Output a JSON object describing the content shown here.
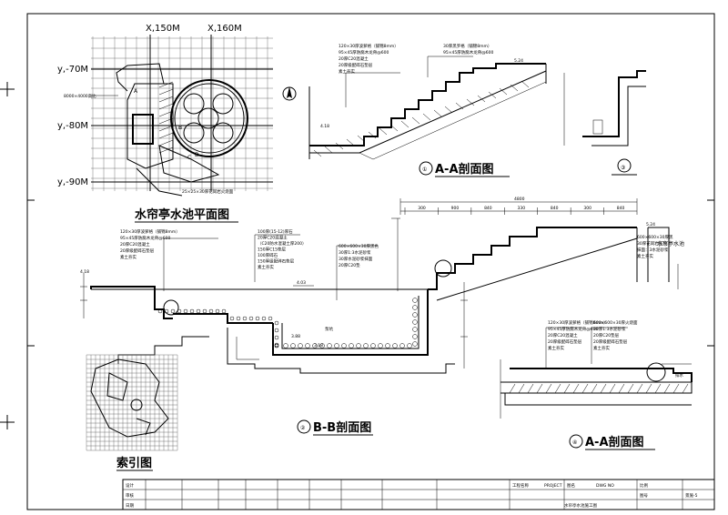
{
  "plan": {
    "title": "水帘亭水池平面图",
    "x_labels": [
      "X,150M",
      "X,160M"
    ],
    "y_labels": [
      "y,-70M",
      "y,-80M",
      "y,-90M"
    ],
    "note_left": "8000×4000高比",
    "note_bottom": "25×25×30厚花岗岩火烧面",
    "markers": [
      "A",
      "B",
      "C",
      "D"
    ]
  },
  "section_aa": {
    "title": "A-A剖面图",
    "num": "①",
    "notes_left": [
      "120×30厚波萝格（铺锦8mm）",
      "95×45厚防腐木龙骨@600",
      "20厚C20混凝土",
      "20厚级配碎石垫层",
      "素土夯实"
    ],
    "notes_right": [
      "30厚黑罗格（铺锦8mm）",
      "95×45厚防腐木龙骨@600"
    ],
    "elev_top": "5.24",
    "elev_bottom": "4.18"
  },
  "detail3": {
    "num": "③"
  },
  "section_bb": {
    "title": "B-B剖面图",
    "num": "②",
    "notes_1": [
      "120×30厚波萝格（铺锦8mm）",
      "95×45厚防腐木龙骨@600",
      "20厚C20混凝土",
      "20厚级配碎石垫层",
      "素土夯实"
    ],
    "notes_2": [
      "100厚(15-12)厚石",
      "20厚C20混凝土",
      "（C20防水混凝土厚200）",
      "150厚C15垫层",
      "100厚碎石",
      "150厚级配碎石垫层",
      "素土夯实"
    ],
    "notes_3": [
      "600×600×30厚黑色",
      "30厚1:3水泥砂浆",
      "30厚水泥砂浆抹面",
      "20厚C20垫"
    ],
    "pool_label": "泵坑",
    "water_level": "4.03",
    "elev_left": "4.18",
    "elev_inner": "3.18",
    "elev_bottom": "3.88",
    "dim_total": "4800",
    "dim_segments": [
      "300",
      "900",
      "840",
      "330",
      "840",
      "300",
      "840"
    ]
  },
  "section_aa2": {
    "title": "A-A剖面图",
    "num": "④",
    "notes_left": [
      "120×30厚波萝格（铺锦8mm）",
      "95×45厚防腐木龙骨@600",
      "20厚C20混凝土",
      "20厚级配碎石垫层",
      "素土夯实"
    ],
    "notes_right": [
      "600×600×30厚火烧面",
      "30厚1:3水泥砂浆",
      "20厚C20垫层",
      "20厚级配碎石垫层",
      "素土夯实"
    ],
    "side_label": "水帘亭水池",
    "side_notes": [
      "600×600×30厚黑",
      "30厚花岗岩压顶",
      "抹面：3水泥砂浆",
      "素土夯实"
    ],
    "elev_top": "5.24",
    "drain_note": "排水"
  },
  "index": {
    "title": "索引图"
  },
  "title_block": {
    "drawing_name": "水帘亭水池施工图",
    "sheet_no": "景施-5",
    "project_label": "工程名称",
    "drawing_label": "图名",
    "scale_label": "比例",
    "design_label": "设计",
    "check_label": "审核",
    "date_label": "日期",
    "sheet_label": "图号",
    "project": "PROJECT",
    "proj_no": "DWG NO"
  }
}
